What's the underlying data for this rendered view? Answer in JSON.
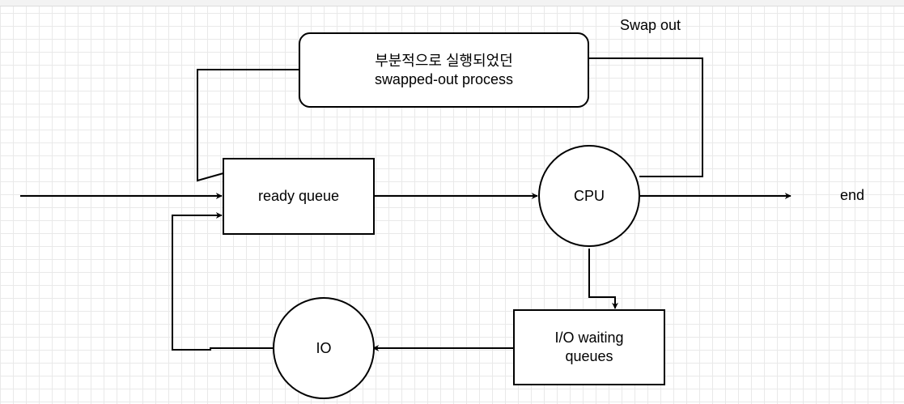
{
  "nodes": {
    "swapped_out": {
      "line1": "부분적으로 실행되었던",
      "line2": "swapped-out process"
    },
    "ready_queue": "ready queue",
    "cpu": "CPU",
    "io_waiting": {
      "line1": "I/O waiting",
      "line2": "queues"
    },
    "io": "IO"
  },
  "labels": {
    "swap_out": "Swap out",
    "end": "end"
  },
  "colors": {
    "stroke": "#000000",
    "grid": "#e9e9e9",
    "background": "#ffffff"
  }
}
